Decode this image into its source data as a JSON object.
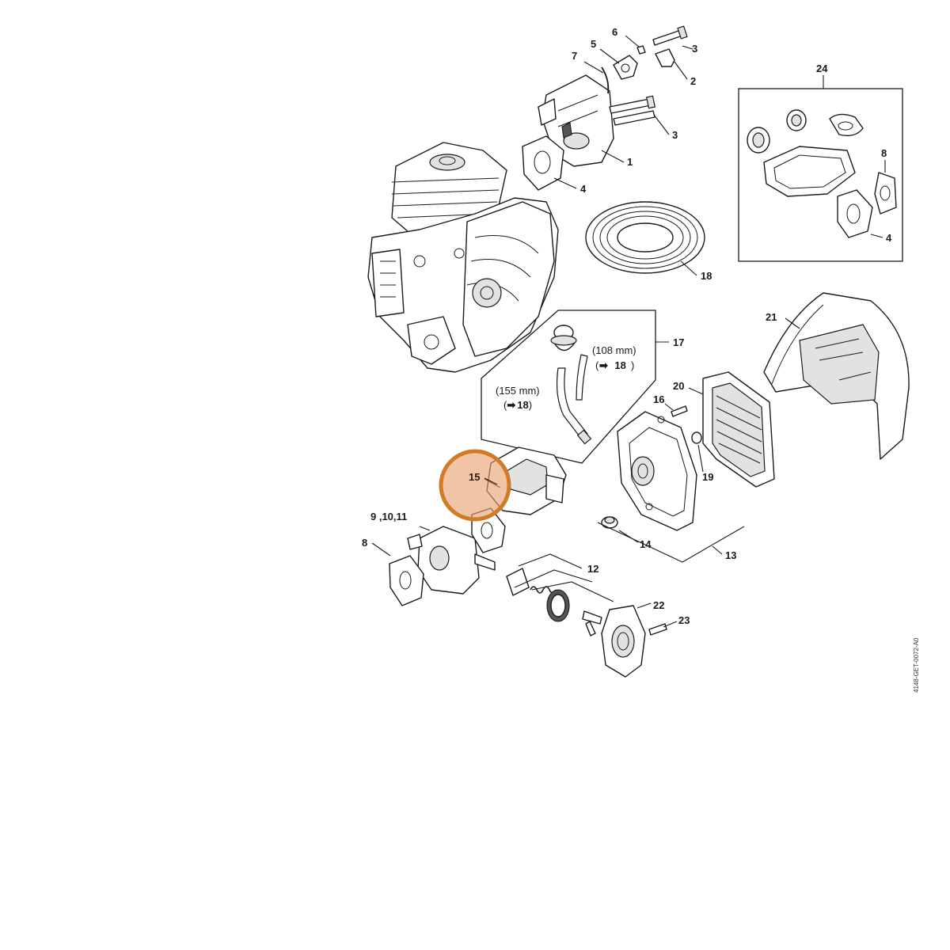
{
  "callouts": {
    "c1": "1",
    "c2": "2",
    "c3a": "3",
    "c3b": "3",
    "c4a": "4",
    "c4b": "4",
    "c5": "5",
    "c6": "6",
    "c7": "7",
    "c8a": "8",
    "c8b": "8",
    "c9": "9 ,10,11",
    "c12": "12",
    "c13": "13",
    "c14": "14",
    "c15": "15",
    "c16": "16",
    "c17": "17",
    "c18": "18",
    "c19": "19",
    "c20": "20",
    "c21": "21",
    "c22": "22",
    "c23": "23",
    "c24": "24"
  },
  "notes": {
    "hose_long": "(155 mm)",
    "hose_long_ref": "18",
    "hose_short": "(108 mm)",
    "hose_short_ref": "18",
    "arrow_glyph": "➡"
  },
  "highlight": {
    "label": "15",
    "color": "#d07a2a"
  },
  "doc_id": "4148-GET-0072-A0"
}
